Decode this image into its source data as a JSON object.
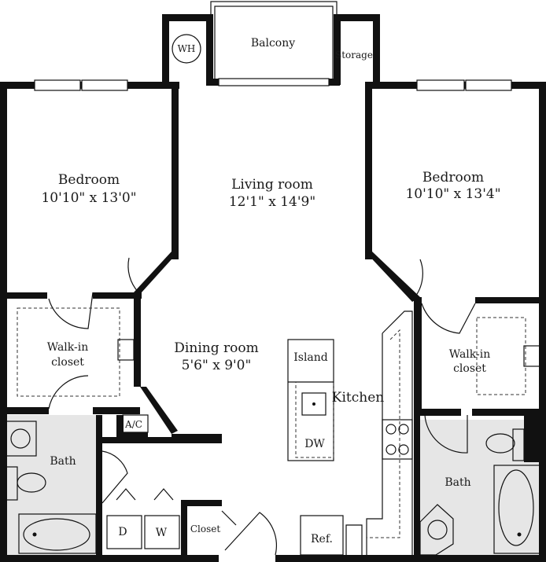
{
  "rooms": {
    "bedroom_left": {
      "name": "Bedroom",
      "size": "10'10\" x 13'0\""
    },
    "living_room": {
      "name": "Living room",
      "size": "12'1\" x 14'9\""
    },
    "bedroom_right": {
      "name": "Bedroom",
      "size": "10'10\" x 13'4\""
    },
    "walkin_left": {
      "line1": "Walk-in",
      "line2": "closet"
    },
    "walkin_right": {
      "line1": "Walk-in",
      "line2": "closet"
    },
    "dining_room": {
      "name": "Dining room",
      "size": "5'6\" x 9'0\""
    },
    "kitchen": {
      "name": "Kitchen"
    },
    "island": {
      "name": "Island"
    },
    "dishwasher": {
      "name": "DW"
    },
    "bath_left": {
      "name": "Bath"
    },
    "bath_right": {
      "name": "Bath"
    },
    "balcony": {
      "name": "Balcony"
    },
    "storage": {
      "name": "Storage"
    },
    "water_heater": {
      "name": "WH"
    },
    "ac": {
      "name": "A/C"
    },
    "dryer": {
      "name": "D"
    },
    "washer": {
      "name": "W"
    },
    "closet": {
      "name": "Closet"
    },
    "refrigerator": {
      "name": "Ref."
    }
  }
}
